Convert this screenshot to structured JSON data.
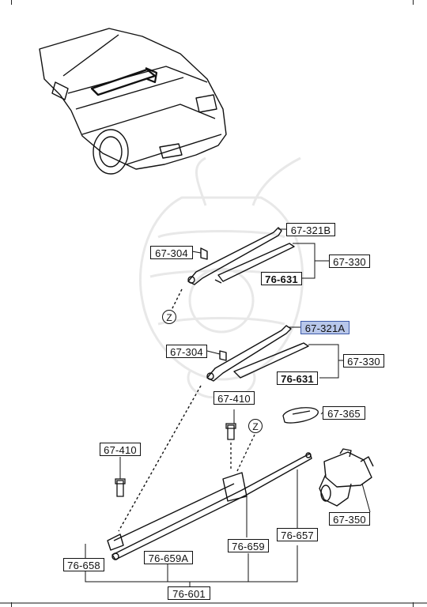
{
  "labels": {
    "arm_b": "67-321B",
    "nut_top": "67-304",
    "blade_top": "67-330",
    "blade_rubber_top": "76-631",
    "arm_a": "67-321A",
    "nut_bottom": "67-304",
    "blade_bottom": "67-330",
    "blade_rubber_bottom": "76-631",
    "bolt_right": "67-410",
    "bolt_left": "67-410",
    "cap": "67-365",
    "motor": "67-350",
    "pivot_left": "76-658",
    "link_long": "76-659A",
    "pivot_right": "76-659",
    "link_short": "76-657",
    "linkage_assy": "76-601",
    "ref_z": "Z"
  },
  "colors": {
    "line": "#111111",
    "highlight_fill": "#b8c7ea",
    "highlight_border": "#3e5aa8",
    "watermark": "#e6e6e6"
  }
}
